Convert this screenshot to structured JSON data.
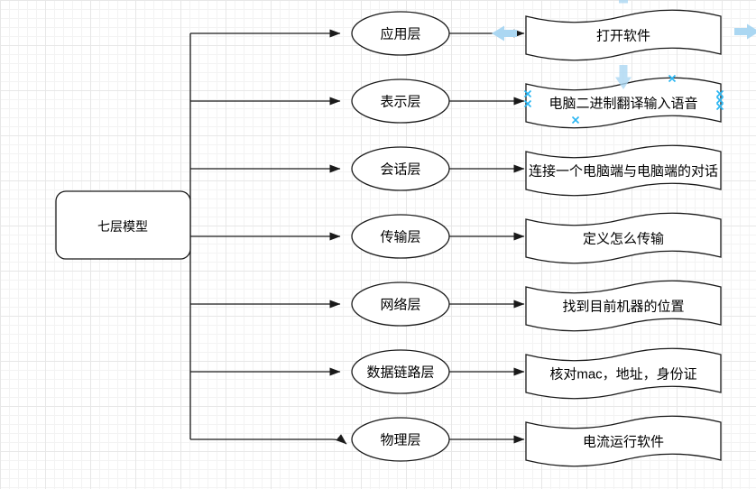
{
  "diagram_title": "OSI seven layer model flowchart",
  "root": {
    "label": "七层模型"
  },
  "rows": [
    {
      "layer": "应用层",
      "desc": "打开软件"
    },
    {
      "layer": "表示层",
      "desc": "电脑二进制翻译输入语音"
    },
    {
      "layer": "会话层",
      "desc": "连接一个电脑端与电脑端的对话"
    },
    {
      "layer": "传输层",
      "desc": "定义怎么传输"
    },
    {
      "layer": "网络层",
      "desc": "找到目前机器的位置"
    },
    {
      "layer": "数据链路层",
      "desc": "核对mac，地址，身份证"
    },
    {
      "layer": "物理层",
      "desc": "电流运行软件"
    }
  ],
  "overlays": {
    "direction_arrows": [
      "left-arrow",
      "right-arrow",
      "down-arrow",
      "up-arrow"
    ],
    "connection_point_count": 7
  },
  "colors": {
    "shape_fill": "#ffffff",
    "shape_stroke": "#1a1a1a",
    "grid_minor": "#f3f3f3",
    "grid_major": "#e7e7e7",
    "hover_arrow_blue": "#abd7f2",
    "connection_point_blue": "#29b6f2"
  }
}
